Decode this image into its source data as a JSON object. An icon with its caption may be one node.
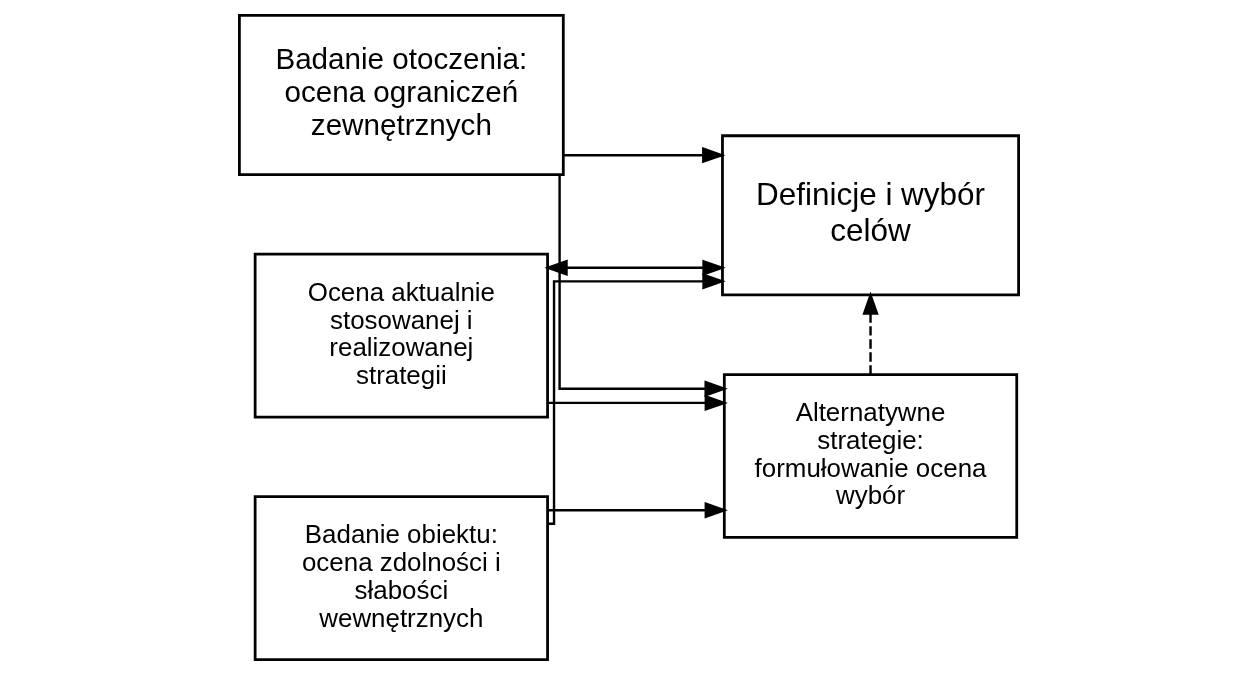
{
  "diagram": {
    "nodes": [
      {
        "text": [
          "Badanie otoczenia: ocena ograniczeń zewnętrznych"
        ]
      },
      {
        "text": [
          "Definicje i wybór celów"
        ]
      },
      {
        "text": [
          "Ocena aktualnie stosowanej i realizowanej strategii"
        ]
      },
      {
        "text": [
          "Alternatywne strategie: formułowanie ocena wybór"
        ]
      },
      {
        "text": [
          "Badanie obiektu: ocena zdolności i słabości wewnętrznych"
        ]
      }
    ],
    "edges": [
      {
        "from": 0,
        "to": 1,
        "arrow": "to"
      },
      {
        "from": 0,
        "to": 3,
        "arrow": "to"
      },
      {
        "from": 1,
        "to": 2,
        "arrow": "both"
      },
      {
        "from": 2,
        "to": 3,
        "arrow": "to"
      },
      {
        "from": 4,
        "to": 1,
        "arrow": "to"
      },
      {
        "from": 4,
        "to": 3,
        "arrow": "to"
      },
      {
        "from": 3,
        "to": 1,
        "arrow": "to",
        "style": "dashed"
      }
    ]
  }
}
